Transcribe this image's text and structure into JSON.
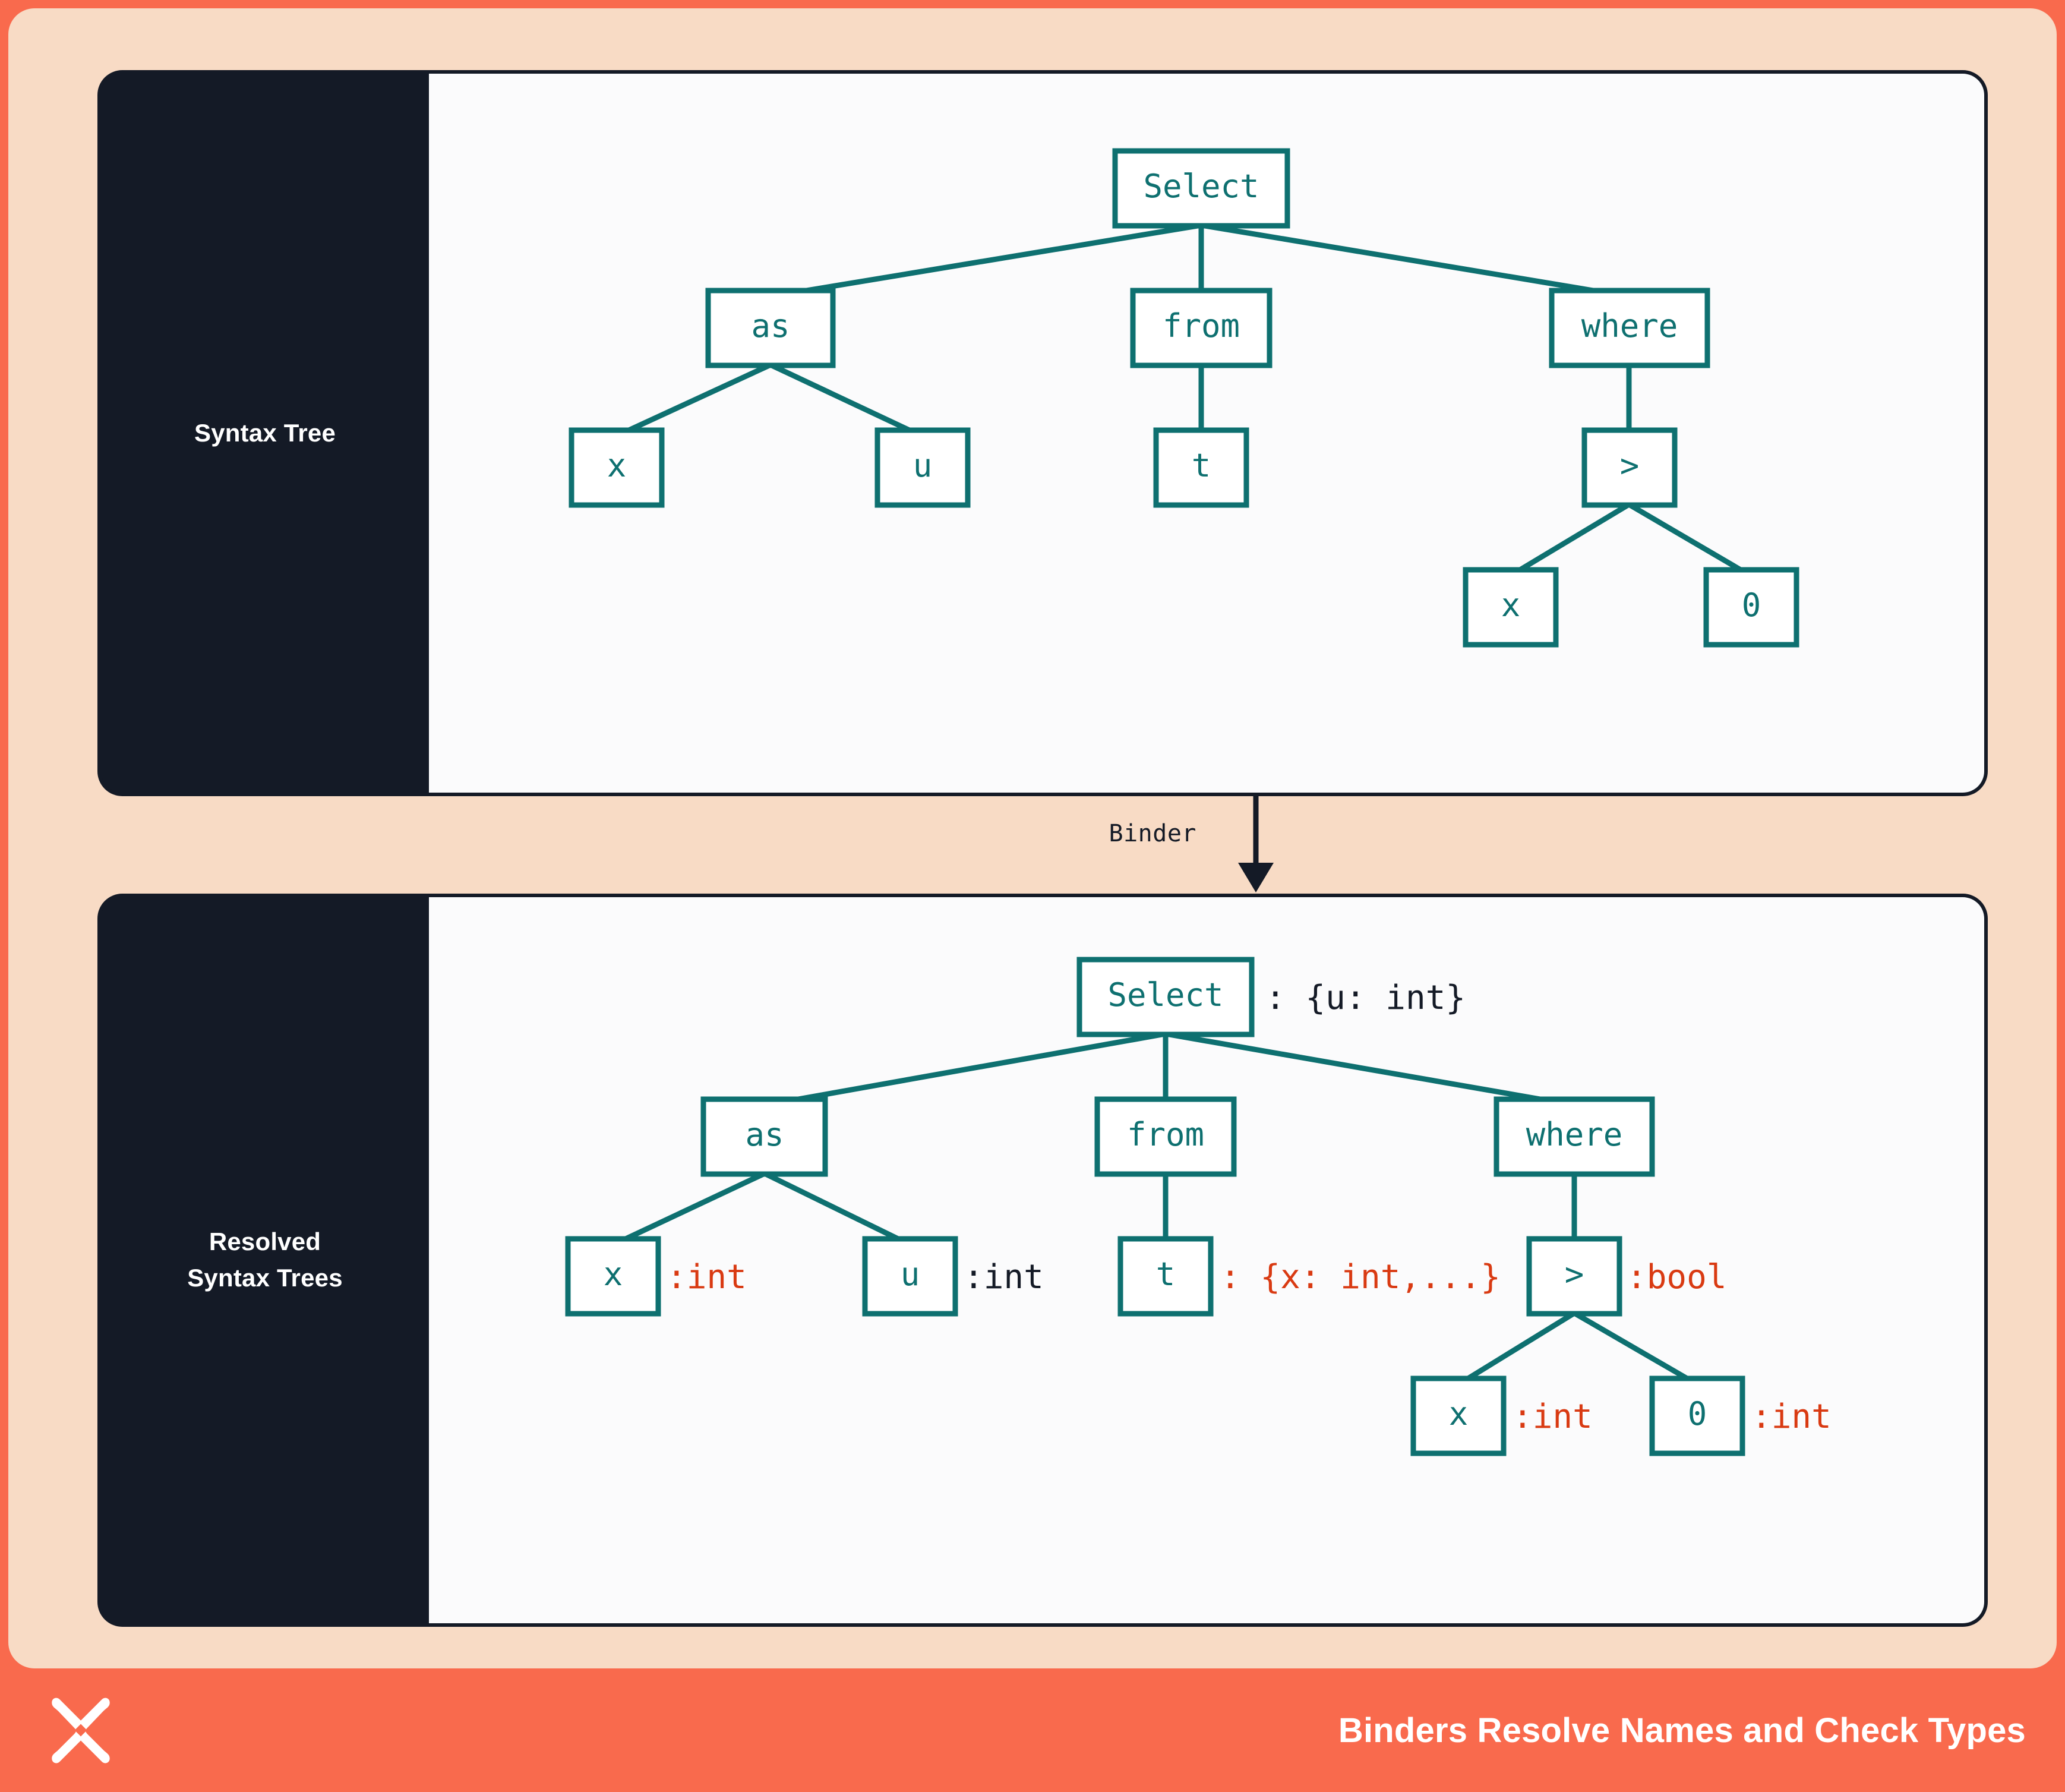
{
  "theme": {
    "outer_border": "#F96A4D",
    "canvas_bg": "#F8DBC5",
    "panel_bg": "#141A26",
    "tree_bg": "#FBFBFC",
    "node_stroke": "#0E7070",
    "node_text": "#0E7070",
    "annotation_dark": "#141A26",
    "annotation_red": "#D93A12",
    "banner_bg": "#F96A4D",
    "banner_text": "#FFFFFF"
  },
  "panels": {
    "top": {
      "sidebar_label": "Syntax Tree",
      "nodes": [
        {
          "id": "select",
          "label": "Select",
          "annotation": "",
          "annotation_color": ""
        },
        {
          "id": "as",
          "label": "as",
          "annotation": "",
          "annotation_color": ""
        },
        {
          "id": "from",
          "label": "from",
          "annotation": "",
          "annotation_color": ""
        },
        {
          "id": "where",
          "label": "where",
          "annotation": "",
          "annotation_color": ""
        },
        {
          "id": "x1",
          "label": "x",
          "annotation": "",
          "annotation_color": ""
        },
        {
          "id": "u",
          "label": "u",
          "annotation": "",
          "annotation_color": ""
        },
        {
          "id": "t",
          "label": "t",
          "annotation": "",
          "annotation_color": ""
        },
        {
          "id": "gt",
          "label": ">",
          "annotation": "",
          "annotation_color": ""
        },
        {
          "id": "x2",
          "label": "x",
          "annotation": "",
          "annotation_color": ""
        },
        {
          "id": "zero",
          "label": "0",
          "annotation": "",
          "annotation_color": ""
        }
      ],
      "edges": [
        [
          "select",
          "as"
        ],
        [
          "select",
          "from"
        ],
        [
          "select",
          "where"
        ],
        [
          "as",
          "x1"
        ],
        [
          "as",
          "u"
        ],
        [
          "from",
          "t"
        ],
        [
          "where",
          "gt"
        ],
        [
          "gt",
          "x2"
        ],
        [
          "gt",
          "zero"
        ]
      ]
    },
    "bottom": {
      "sidebar_label_line1": "Resolved",
      "sidebar_label_line2": "Syntax Trees",
      "nodes": [
        {
          "id": "select",
          "label": "Select",
          "annotation": ": {u: int}",
          "annotation_color": "dark"
        },
        {
          "id": "as",
          "label": "as",
          "annotation": "",
          "annotation_color": ""
        },
        {
          "id": "from",
          "label": "from",
          "annotation": "",
          "annotation_color": ""
        },
        {
          "id": "where",
          "label": "where",
          "annotation": "",
          "annotation_color": ""
        },
        {
          "id": "x1",
          "label": "x",
          "annotation": ":int",
          "annotation_color": "red"
        },
        {
          "id": "u",
          "label": "u",
          "annotation": ":int",
          "annotation_color": "dark"
        },
        {
          "id": "t",
          "label": "t",
          "annotation": ": {x: int,...}",
          "annotation_color": "red"
        },
        {
          "id": "gt",
          "label": ">",
          "annotation": ":bool",
          "annotation_color": "red"
        },
        {
          "id": "x2",
          "label": "x",
          "annotation": ":int",
          "annotation_color": "red"
        },
        {
          "id": "zero",
          "label": "0",
          "annotation": ":int",
          "annotation_color": "red"
        }
      ],
      "edges": [
        [
          "select",
          "as"
        ],
        [
          "select",
          "from"
        ],
        [
          "select",
          "where"
        ],
        [
          "as",
          "x1"
        ],
        [
          "as",
          "u"
        ],
        [
          "from",
          "t"
        ],
        [
          "where",
          "gt"
        ],
        [
          "gt",
          "x2"
        ],
        [
          "gt",
          "zero"
        ]
      ]
    }
  },
  "binder": {
    "label": "Binder"
  },
  "banner": {
    "logo_name": "four-pointed-star-logo",
    "title": "Binders Resolve Names and Check Types"
  }
}
